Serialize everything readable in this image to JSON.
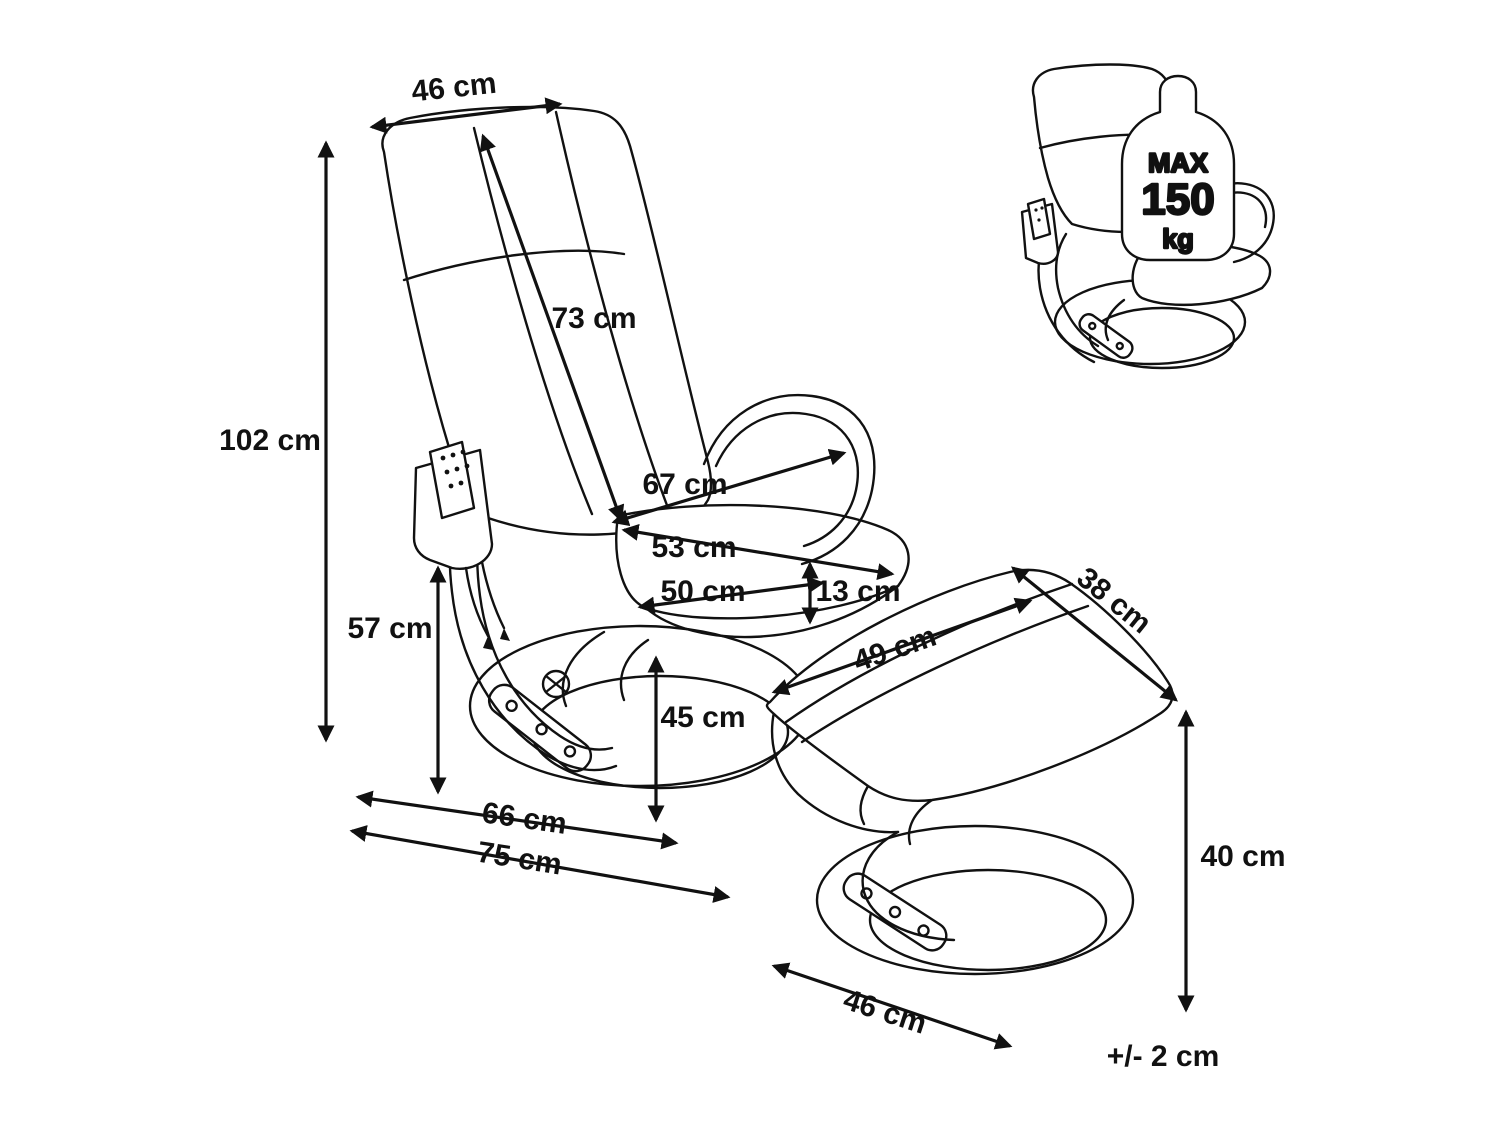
{
  "diagram": {
    "subject": "Recliner armchair with ottoman - dimension drawing",
    "colors": {
      "line": "#111111",
      "background": "#ffffff"
    },
    "chair": {
      "headrest_width": "46 cm",
      "backrest_length": "73 cm",
      "total_height": "102 cm",
      "seat_depth_diagonal": "67 cm",
      "seat_width": "53 cm",
      "seat_cushion_width": "50 cm",
      "seat_cushion_thickness": "13 cm",
      "armrest_height": "57 cm",
      "seat_height": "45 cm",
      "base_depth": "66 cm",
      "total_depth": "75 cm"
    },
    "stool": {
      "seat_depth": "49 cm",
      "seat_width": "38 cm",
      "height": "40 cm",
      "base_width": "46 cm"
    },
    "tolerance": "+/- 2 cm",
    "max_load": {
      "line1": "MAX",
      "line2": "150",
      "line3": "kg"
    }
  }
}
